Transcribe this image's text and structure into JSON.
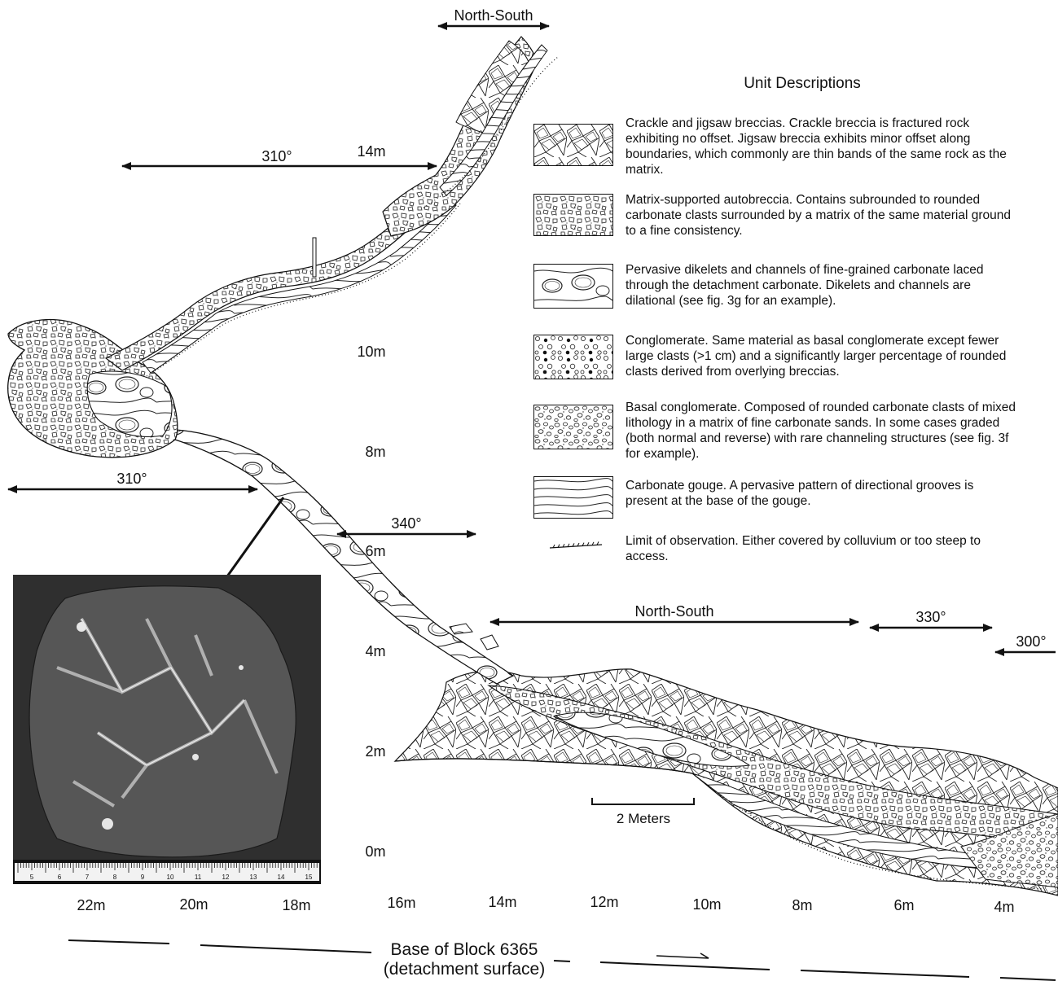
{
  "legend": {
    "title": "Unit Descriptions",
    "items": [
      {
        "pattern": "crackle-jigsaw-breccia",
        "text": "Crackle and jigsaw breccias. Crackle breccia is fractured rock exhibiting no offset. Jigsaw breccia exhibits minor offset along boundaries, which commonly are thin bands of the same rock as the matrix."
      },
      {
        "pattern": "matrix-supported-autobreccia",
        "text": "Matrix-supported autobreccia. Contains subrounded to rounded carbonate clasts surrounded by a matrix of the same material ground to a fine consistency."
      },
      {
        "pattern": "dikelets-channels",
        "text": "Pervasive dikelets and channels of fine-grained carbonate laced through the detachment carbonate. Dikelets and channels are dilational (see fig. 3g for an example)."
      },
      {
        "pattern": "conglomerate",
        "text": "Conglomerate. Same material as basal conglomerate except fewer large clasts (>1 cm) and a significantly larger percentage of rounded clasts derived from overlying breccias."
      },
      {
        "pattern": "basal-conglomerate",
        "text": "Basal conglomerate. Composed of rounded carbonate clasts of mixed lithology in a matrix of fine carbonate sands. In some cases graded (both normal and reverse) with rare channeling structures (see fig. 3f for example)."
      },
      {
        "pattern": "carbonate-gouge",
        "text": "Carbonate gouge. A pervasive pattern of directional grooves is present at the base of the gouge."
      },
      {
        "pattern": "limit-of-observation",
        "text": "Limit of observation. Either covered by colluvium or too steep to access."
      }
    ]
  },
  "directions": [
    {
      "label": "North-South"
    },
    {
      "label": "310°"
    },
    {
      "label": "310°"
    },
    {
      "label": "340°"
    },
    {
      "label": "North-South"
    },
    {
      "label": "330°"
    },
    {
      "label": "300°"
    }
  ],
  "height_labels": [
    "14m",
    "10m",
    "8m",
    "6m",
    "4m",
    "2m",
    "0m"
  ],
  "distance_labels": [
    "22m",
    "20m",
    "18m",
    "16m",
    "14m",
    "12m",
    "10m",
    "8m",
    "6m",
    "4m"
  ],
  "scale_bar": {
    "label": "2 Meters"
  },
  "base_label": {
    "line1": "Base of Block 6365",
    "line2": "(detachment surface)"
  },
  "ruler_numbers": [
    "5",
    "6",
    "7",
    "8",
    "9",
    "10",
    "11",
    "12",
    "13",
    "14",
    "15"
  ],
  "colors": {
    "ink": "#111111",
    "paper": "#ffffff",
    "photo_bg": "#3a3a3a"
  }
}
